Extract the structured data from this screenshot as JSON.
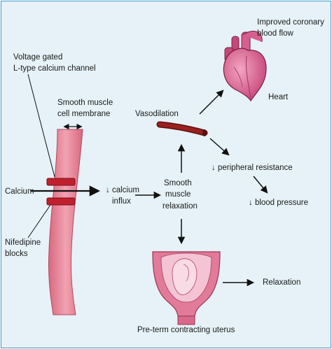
{
  "colors": {
    "background": "#e6f2f8",
    "border": "#3b9bd0",
    "membrane": "#e58a9d",
    "channel": "#c0202e",
    "vessel": "#8a1a1a",
    "heart": "#d8608a",
    "uterus": "#e27a9a"
  },
  "icons": [
    "heart-icon",
    "blood-vessel-icon",
    "uterus-icon",
    "calcium-channel-icon"
  ],
  "labels": {
    "voltage_gated_1": "Voltage gated",
    "voltage_gated_2": "L-type calcium channel",
    "membrane_1": "Smooth muscle",
    "membrane_2": "cell membrane",
    "calcium": "Calcium",
    "nifedipine_1": "Nifedipine",
    "nifedipine_2": "blocks",
    "calcium_influx_1": "↓ calcium",
    "calcium_influx_2": "influx",
    "smc_relax_1": "Smooth",
    "smc_relax_2": "muscle",
    "smc_relax_3": "relaxation",
    "vasodilation": "Vasodilation",
    "coronary_1": "Improved coronary",
    "coronary_2": "blood flow",
    "heart": "Heart",
    "peripheral": "↓ peripheral resistance",
    "blood_pressure": "↓ blood pressure",
    "relaxation": "Relaxation",
    "uterus": "Pre-term contracting uterus"
  }
}
